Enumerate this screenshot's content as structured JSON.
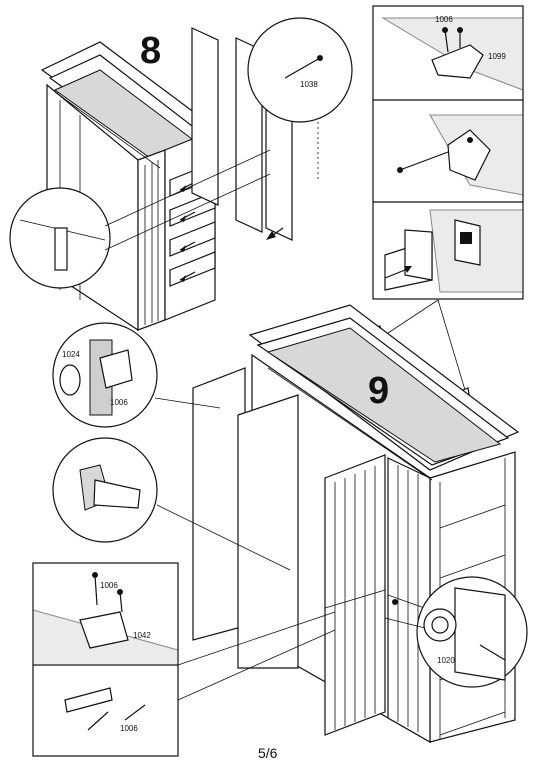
{
  "steps": {
    "step8": "8",
    "step9": "9"
  },
  "parts": {
    "nail": "1038",
    "screw_top": "1006",
    "bracket": "1099",
    "hinge_plate": "1024",
    "hinge_screw": "1006",
    "magnet_catch": "1042",
    "catch_screw_top": "1006",
    "catch_screw_bottom": "1006",
    "knob": "1020"
  },
  "footer": {
    "page_number": "5/6"
  }
}
